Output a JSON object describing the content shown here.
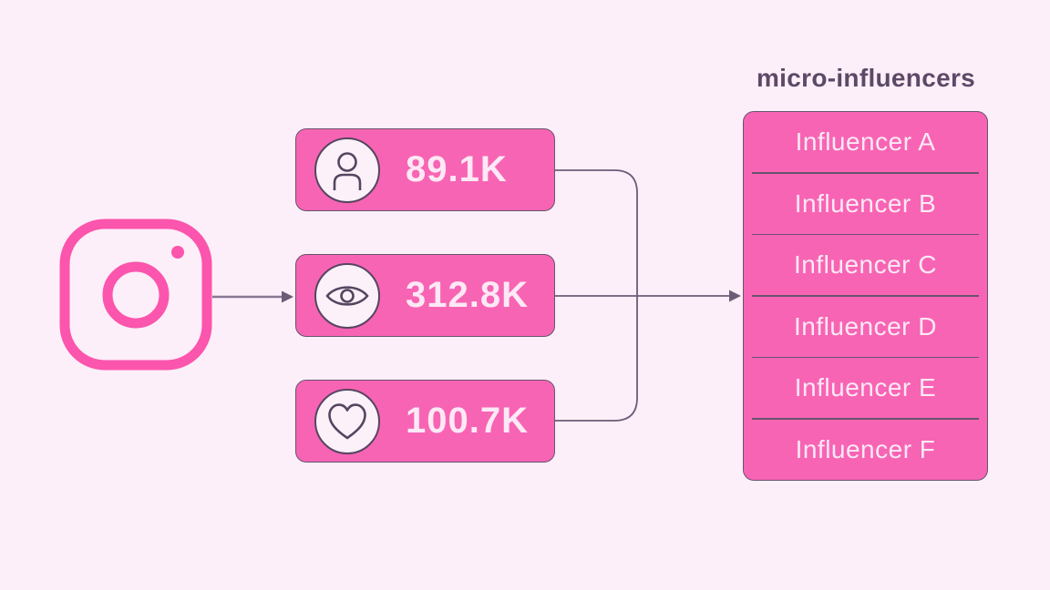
{
  "diagram": {
    "source": {
      "icon": "instagram-icon"
    },
    "metrics": [
      {
        "icon": "followers-person-icon",
        "value": "89.1K"
      },
      {
        "icon": "views-eye-icon",
        "value": "312.8K"
      },
      {
        "icon": "likes-heart-icon",
        "value": "100.7K"
      }
    ],
    "panel": {
      "title": "micro-influencers",
      "rows": [
        "Influencer A",
        "Influencer B",
        "Influencer C",
        "Influencer D",
        "Influencer E",
        "Influencer F"
      ]
    },
    "colors": {
      "background": "#FDEFF9",
      "node_pink": "#F864B4",
      "instagram_pink": "#FB55AD",
      "outline_dark": "#67546F",
      "arrow_gray": "#867793",
      "light_text": "#FCE9F5",
      "title_text": "#5D4967",
      "icon_circle_fill": "#FCF1F9"
    }
  }
}
